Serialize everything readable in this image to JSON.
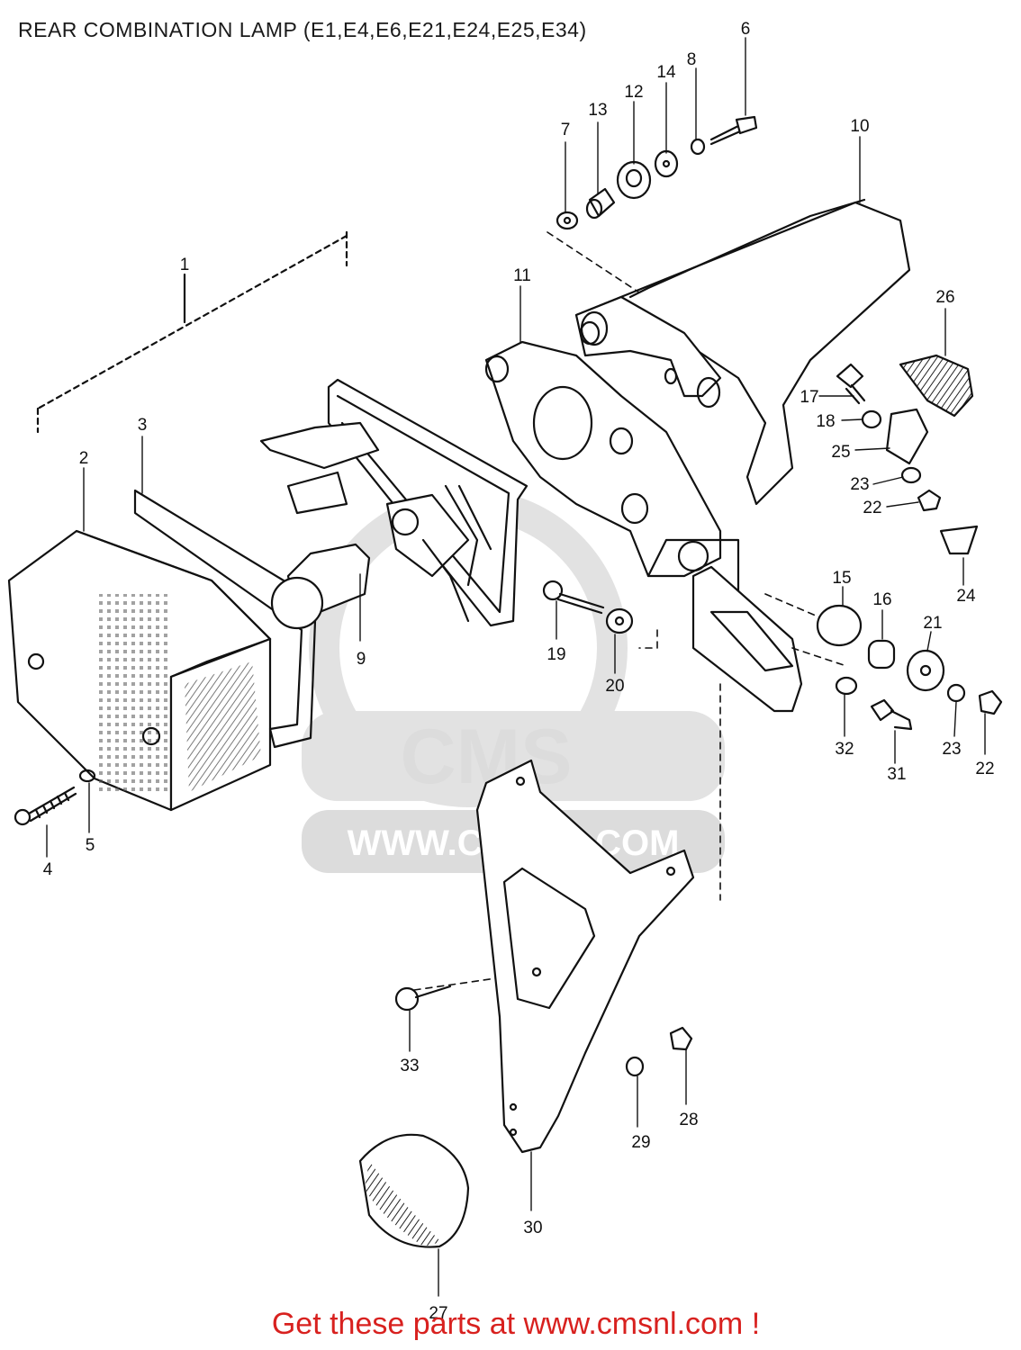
{
  "title": "REAR COMBINATION LAMP (E1,E4,E6,E21,E24,E25,E34)",
  "footer": "Get these parts at www.cmsnl.com !",
  "watermark": {
    "logo_text": "CMS",
    "url": "WWW.CMSNL.COM"
  },
  "callouts": [
    "1",
    "2",
    "3",
    "4",
    "5",
    "6",
    "7",
    "8",
    "9",
    "10",
    "11",
    "12",
    "13",
    "14",
    "15",
    "16",
    "17",
    "18",
    "19",
    "20",
    "21",
    "22",
    "22",
    "23",
    "23",
    "24",
    "25",
    "26",
    "27",
    "28",
    "29",
    "30",
    "31",
    "32",
    "33"
  ],
  "colors": {
    "footer": "#d8211f",
    "line": "#111111",
    "watermark": "#dcdcdc"
  }
}
